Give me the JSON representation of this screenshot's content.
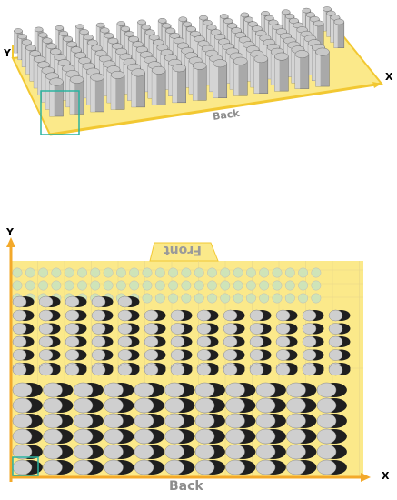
{
  "top_view": {
    "axis_x_label": "X",
    "axis_y_label": "Y",
    "side_label": "Back"
  },
  "bottom_view": {
    "axis_y_label": "Y",
    "axis_x_label": "X",
    "front_label": "Front",
    "back_label": "Back"
  },
  "colors": {
    "deck_yellow": "#fbe98a",
    "deck_edge": "#f2c832",
    "tube_gray": "#a9a9a9",
    "tube_dark": "#1f1f1f",
    "selection_teal": "#2bb3a0",
    "axis_orange": "#f3a92a"
  }
}
